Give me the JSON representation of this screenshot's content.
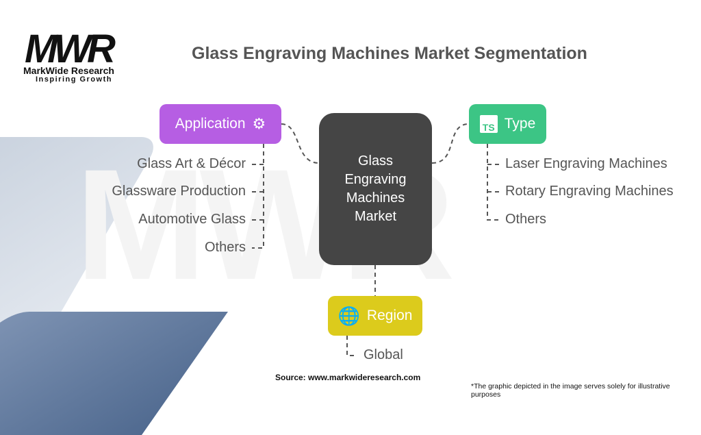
{
  "logo": {
    "name": "MarkWide Research",
    "tagline": "Inspiring Growth",
    "mark": "MWR"
  },
  "title": "Glass Engraving Machines Market Segmentation",
  "center": {
    "label": "Glass Engraving Machines Market"
  },
  "application": {
    "label": "Application",
    "icon": "machine-icon",
    "color": "#b65ee3",
    "items": [
      "Glass Art & Décor",
      "Glassware Production",
      "Automotive Glass",
      "Others"
    ]
  },
  "type": {
    "label": "Type",
    "icon_text": "TS",
    "color": "#3cc585",
    "items": [
      "Laser Engraving Machines",
      "Rotary Engraving Machines",
      "Others"
    ]
  },
  "region": {
    "label": "Region",
    "icon": "globe-icon",
    "color": "#dccb1c",
    "items": [
      "Global"
    ]
  },
  "source": "Source: www.markwideresearch.com",
  "note": "*The graphic depicted in the image serves solely for illustrative purposes"
}
